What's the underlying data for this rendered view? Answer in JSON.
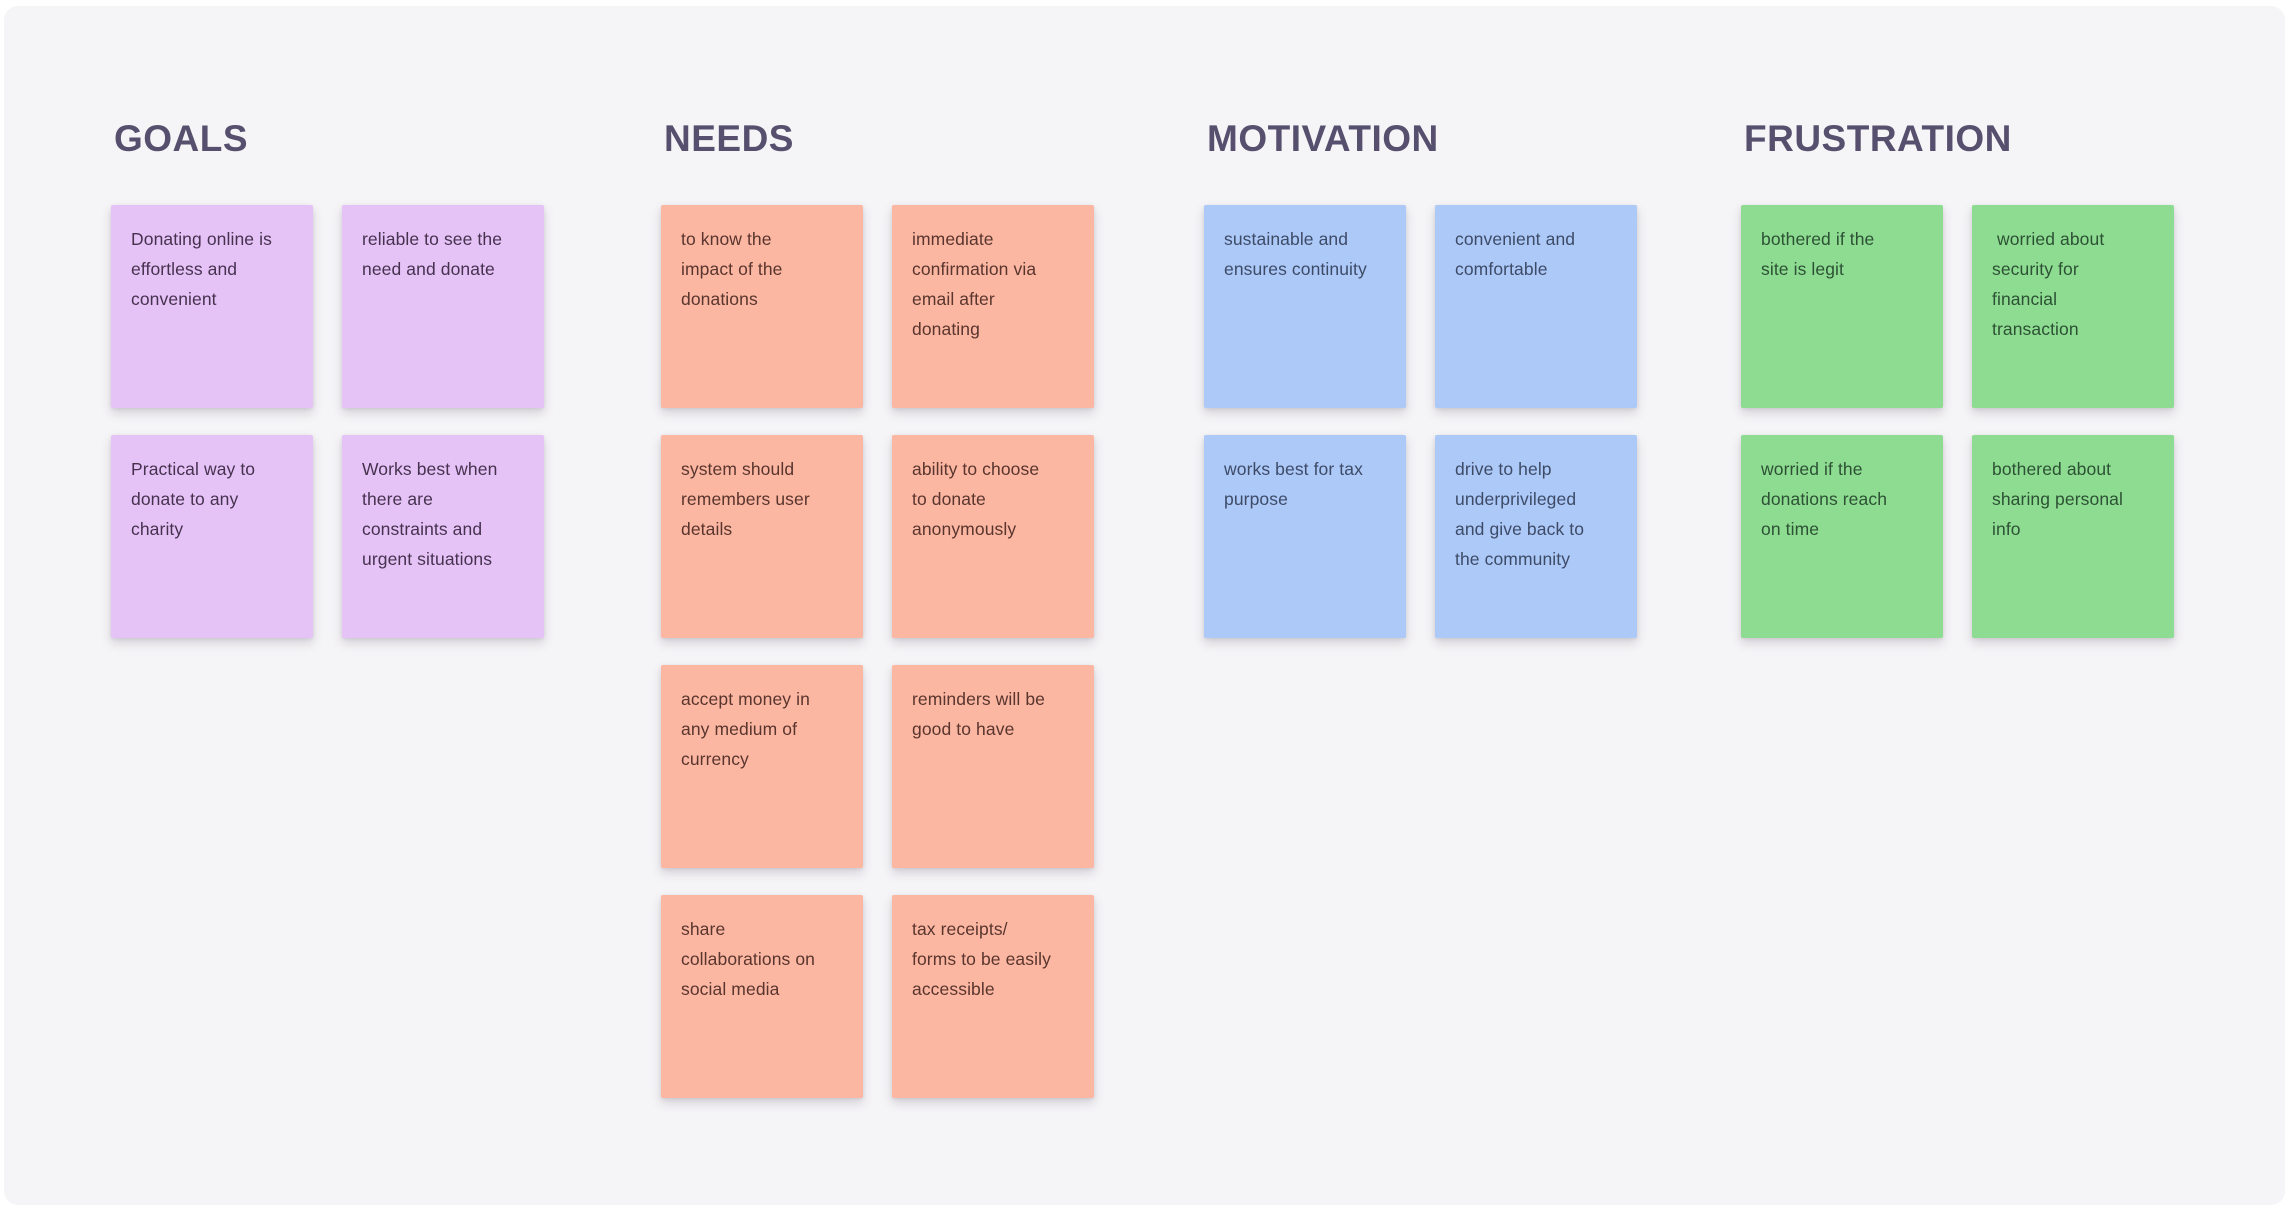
{
  "board": {
    "page_background": "#ffffff",
    "background": "#f5f4f6",
    "heading_color": "#56506e",
    "columns": [
      {
        "id": "goals",
        "title": "GOALS",
        "note_color": "#e6c3f7",
        "text_color": "#46324f",
        "notes": [
          {
            "text": "Donating online is\neffortless and\nconvenient"
          },
          {
            "text": "reliable to see the\nneed and donate"
          },
          {
            "text": "Practical way to\ndonate to any\ncharity"
          },
          {
            "text": "Works best when\nthere are\nconstraints and\nurgent situations"
          }
        ]
      },
      {
        "id": "needs",
        "title": "NEEDS",
        "note_color": "#fcb7a3",
        "text_color": "#59352d",
        "notes": [
          {
            "text": "to know the\nimpact of the\ndonations"
          },
          {
            "text": "immediate\nconfirmation via\nemail after\ndonating"
          },
          {
            "text": "system should\nremembers user\ndetails"
          },
          {
            "text": "ability to choose\nto donate\nanonymously"
          },
          {
            "text": "accept money in\nany medium of\ncurrency"
          },
          {
            "text": "reminders will be\ngood to have"
          },
          {
            "text": "share\ncollaborations on\nsocial media"
          },
          {
            "text": "tax receipts/\nforms to be easily\naccessible"
          }
        ]
      },
      {
        "id": "motivation",
        "title": "MOTIVATION",
        "note_color": "#adc9f8",
        "text_color": "#3d4b67",
        "notes": [
          {
            "text": "sustainable and\nensures continuity"
          },
          {
            "text": "convenient and\ncomfortable"
          },
          {
            "text": "works best for tax\npurpose"
          },
          {
            "text": "drive to help\nunderprivileged\nand give back to\nthe community"
          }
        ]
      },
      {
        "id": "frustration",
        "title": "FRUSTRATION",
        "note_color": "#8edc91",
        "text_color": "#2c5134",
        "notes": [
          {
            "text": "bothered if the\nsite is legit"
          },
          {
            "text": " worried about\nsecurity for\nfinancial\ntransaction"
          },
          {
            "text": "worried if the\ndonations reach\non time"
          },
          {
            "text": "bothered about\nsharing personal\ninfo"
          }
        ]
      }
    ]
  }
}
